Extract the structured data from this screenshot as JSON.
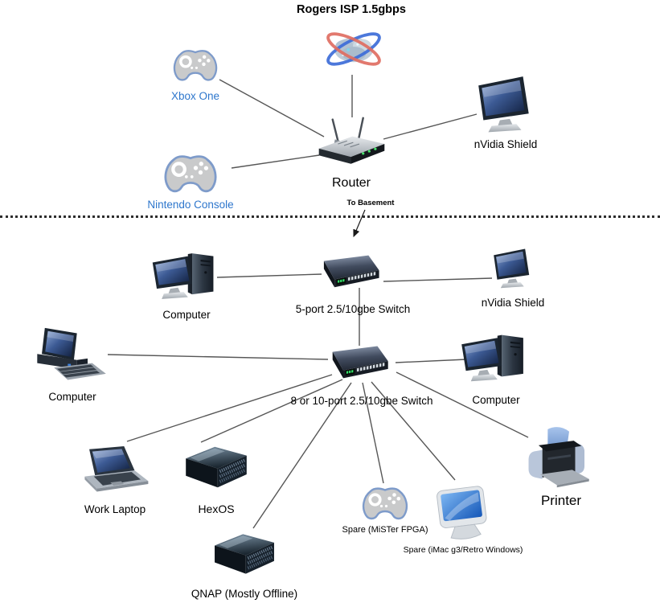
{
  "title": "Rogers ISP 1.5gbps",
  "annotations": {
    "to_basement": "To Basement"
  },
  "colors": {
    "console_label": "#2d76cc",
    "default_label": "#000000",
    "edge": "#565656",
    "separator": "#2e2e2e",
    "led_green": "#3ae06c"
  },
  "nodes": {
    "internet": {
      "icon": "internet-globe-icon",
      "label": ""
    },
    "xbox": {
      "icon": "game-controller-icon",
      "label": "Xbox One"
    },
    "nintendo": {
      "icon": "game-controller-icon",
      "label": "Nintendo Console"
    },
    "router": {
      "icon": "wireless-router-icon",
      "label": "Router"
    },
    "nvidia_top": {
      "icon": "monitor-icon",
      "label": "nVidia Shield"
    },
    "computer_mid": {
      "icon": "desktop-tower-monitor-icon",
      "label": "Computer"
    },
    "switch5": {
      "icon": "network-switch-icon",
      "label": "5-port 2.5/10gbe Switch"
    },
    "nvidia_mid": {
      "icon": "monitor-icon",
      "label": "nVidia Shield"
    },
    "computer_left": {
      "icon": "desktop-computer-keyboard-icon",
      "label": "Computer"
    },
    "switch8": {
      "icon": "network-switch-icon",
      "label": "8 or 10-port 2.5/10gbe Switch"
    },
    "computer_right": {
      "icon": "desktop-tower-monitor-icon",
      "label": "Computer"
    },
    "work_laptop": {
      "icon": "laptop-icon",
      "label": "Work Laptop"
    },
    "hexos": {
      "icon": "server-nas-icon",
      "label": "HexOS"
    },
    "qnap": {
      "icon": "server-nas-icon",
      "label": "QNAP (Mostly Offline)"
    },
    "mister": {
      "icon": "game-controller-icon",
      "label": "Spare (MiSTer FPGA)"
    },
    "imac": {
      "icon": "imac-icon",
      "label": "Spare (iMac g3/Retro Windows)"
    },
    "printer": {
      "icon": "printer-icon",
      "label": "Printer"
    }
  },
  "edges": [
    {
      "from": "internet",
      "to": "router"
    },
    {
      "from": "xbox",
      "to": "router"
    },
    {
      "from": "nintendo",
      "to": "router"
    },
    {
      "from": "router",
      "to": "nvidia_top"
    },
    {
      "from": "router",
      "to": "switch5",
      "label": "To Basement",
      "style": "arrow"
    },
    {
      "from": "computer_mid",
      "to": "switch5"
    },
    {
      "from": "switch5",
      "to": "nvidia_mid"
    },
    {
      "from": "switch5",
      "to": "switch8"
    },
    {
      "from": "computer_left",
      "to": "switch8"
    },
    {
      "from": "switch8",
      "to": "computer_right"
    },
    {
      "from": "switch8",
      "to": "work_laptop"
    },
    {
      "from": "switch8",
      "to": "hexos"
    },
    {
      "from": "switch8",
      "to": "qnap"
    },
    {
      "from": "switch8",
      "to": "mister"
    },
    {
      "from": "switch8",
      "to": "imac"
    },
    {
      "from": "switch8",
      "to": "printer"
    }
  ]
}
